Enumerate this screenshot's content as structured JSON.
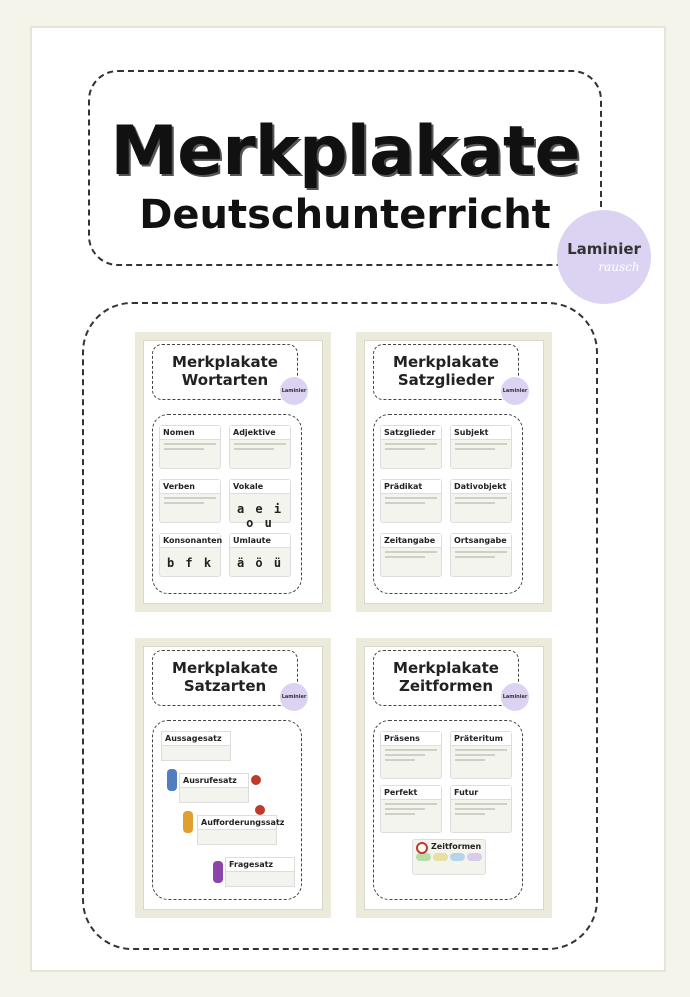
{
  "header": {
    "title": "Merkplakate",
    "subtitle": "Deutschunterricht",
    "logo_line1": "Laminier",
    "logo_line2": "rausch"
  },
  "cards": [
    {
      "title_line1": "Merkplakate",
      "title_line2": "Wortarten",
      "logo": "Laminier",
      "tiles": [
        "Nomen",
        "Adjektive",
        "Verben",
        "Vokale",
        "Konsonanten",
        "Umlaute"
      ],
      "letters": {
        "vokale": "a e i o u",
        "konsonanten": "b f k",
        "umlaute": "ä ö ü"
      }
    },
    {
      "title_line1": "Merkplakate",
      "title_line2": "Satzglieder",
      "logo": "Laminier",
      "tiles": [
        "Satzglieder",
        "Subjekt",
        "Prädikat",
        "Dativobjekt",
        "Zeitangabe",
        "Ortsangabe"
      ]
    },
    {
      "title_line1": "Merkplakate",
      "title_line2": "Satzarten",
      "logo": "Laminier",
      "tiles": [
        "Aussagesatz",
        "Ausrufesatz",
        "Aufforderungssatz",
        "Fragesatz"
      ]
    },
    {
      "title_line1": "Merkplakate",
      "title_line2": "Zeitformen",
      "logo": "Laminier",
      "tiles": [
        "Präsens",
        "Präteritum",
        "Perfekt",
        "Futur",
        "Zeitformen"
      ]
    }
  ],
  "colors": {
    "background": "#f4f4ea",
    "logo_purple": "#dcd3f3",
    "card_bg": "#ecebdb"
  }
}
